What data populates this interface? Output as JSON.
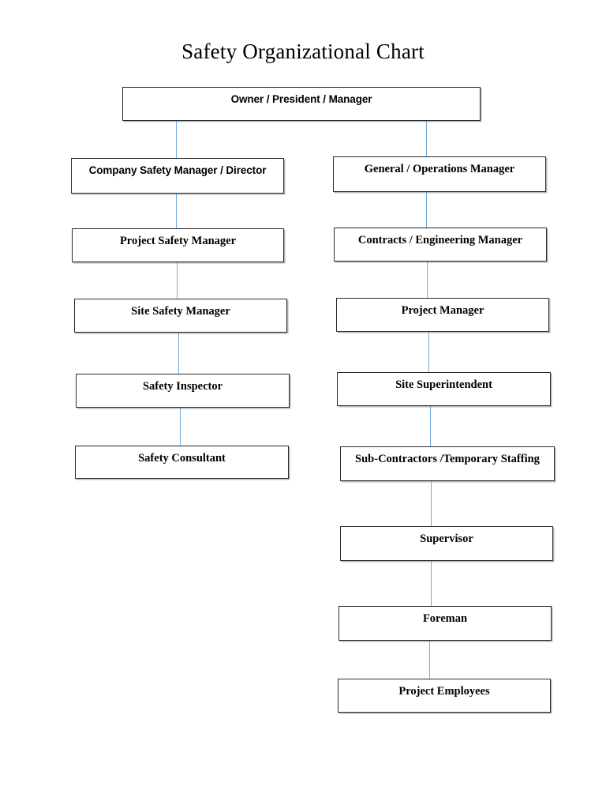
{
  "document": {
    "title": "Safety Organizational Chart",
    "background_color": "#ffffff",
    "text_color": "#000000",
    "box_border_color": "#2b2b2b",
    "connector_color": "#6fa8dc"
  },
  "chart_data": {
    "type": "diagram",
    "diagram_kind": "organizational-chart",
    "title": "Safety Organizational Chart",
    "orientation": "top-down",
    "nodes": [
      {
        "id": "owner",
        "label": "Owner / President / Manager",
        "level": 0,
        "branch": "root",
        "font": "sans"
      },
      {
        "id": "co-safety-mgr",
        "label": "Company Safety Manager / Director",
        "level": 1,
        "branch": "safety",
        "font": "sans"
      },
      {
        "id": "proj-safety-mgr",
        "label": "Project Safety Manager",
        "level": 2,
        "branch": "safety",
        "font": "serif"
      },
      {
        "id": "site-safety-mgr",
        "label": "Site Safety Manager",
        "level": 3,
        "branch": "safety",
        "font": "serif"
      },
      {
        "id": "safety-insp",
        "label": "Safety Inspector",
        "level": 4,
        "branch": "safety",
        "font": "serif"
      },
      {
        "id": "safety-consult",
        "label": "Safety Consultant",
        "level": 5,
        "branch": "safety",
        "font": "serif"
      },
      {
        "id": "gen-ops-mgr",
        "label": "General / Operations Manager",
        "level": 1,
        "branch": "operations",
        "font": "serif"
      },
      {
        "id": "contracts-mgr",
        "label": "Contracts / Engineering Manager",
        "level": 2,
        "branch": "operations",
        "font": "serif"
      },
      {
        "id": "proj-mgr",
        "label": "Project Manager",
        "level": 3,
        "branch": "operations",
        "font": "serif"
      },
      {
        "id": "site-super",
        "label": "Site Superintendent",
        "level": 4,
        "branch": "operations",
        "font": "serif"
      },
      {
        "id": "subcontractors",
        "label": "Sub-Contractors /Temporary Staffing",
        "level": 5,
        "branch": "operations",
        "font": "serif"
      },
      {
        "id": "supervisor",
        "label": "Supervisor",
        "level": 6,
        "branch": "operations",
        "font": "serif"
      },
      {
        "id": "foreman",
        "label": "Foreman",
        "level": 7,
        "branch": "operations",
        "font": "serif"
      },
      {
        "id": "proj-employees",
        "label": "Project Employees",
        "level": 8,
        "branch": "operations",
        "font": "serif"
      }
    ],
    "edges": [
      {
        "from": "owner",
        "to": "co-safety-mgr"
      },
      {
        "from": "co-safety-mgr",
        "to": "proj-safety-mgr"
      },
      {
        "from": "proj-safety-mgr",
        "to": "site-safety-mgr"
      },
      {
        "from": "site-safety-mgr",
        "to": "safety-insp"
      },
      {
        "from": "safety-insp",
        "to": "safety-consult"
      },
      {
        "from": "owner",
        "to": "gen-ops-mgr"
      },
      {
        "from": "gen-ops-mgr",
        "to": "contracts-mgr"
      },
      {
        "from": "contracts-mgr",
        "to": "proj-mgr"
      },
      {
        "from": "proj-mgr",
        "to": "site-super"
      },
      {
        "from": "site-super",
        "to": "subcontractors"
      },
      {
        "from": "subcontractors",
        "to": "supervisor"
      },
      {
        "from": "supervisor",
        "to": "foreman"
      },
      {
        "from": "foreman",
        "to": "proj-employees"
      }
    ]
  }
}
